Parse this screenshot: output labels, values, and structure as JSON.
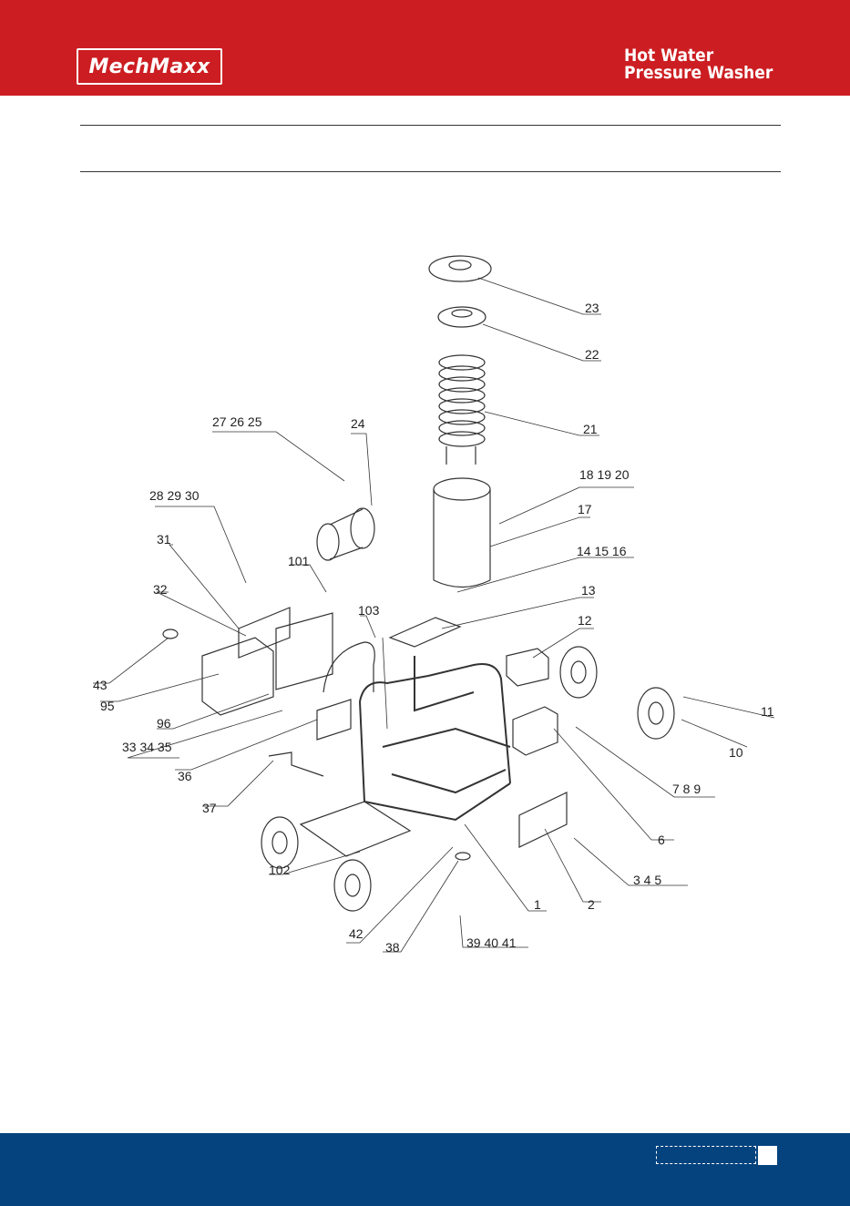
{
  "brand": {
    "logo": "MechMaxx"
  },
  "title": {
    "line1": "Hot Water",
    "line2": "Pressure Washer"
  },
  "part_labels": {
    "p1": "1",
    "p2": "2",
    "p3_5": "3  4  5",
    "p6": "6",
    "p7_9": "7  8  9",
    "p10": "10",
    "p11": "11",
    "p12": "12",
    "p13": "13",
    "p14_16": "14  15  16",
    "p17": "17",
    "p18_20": "18  19  20",
    "p21": "21",
    "p22": "22",
    "p23": "23",
    "p24": "24",
    "p25_27": "27  26  25",
    "p28_30": "28  29  30",
    "p31": "31",
    "p32": "32",
    "p33_35": "33  34  35",
    "p36": "36",
    "p37": "37",
    "p38": "38",
    "p39_41": "39  40  41",
    "p42": "42",
    "p43": "43",
    "p95": "95",
    "p96": "96",
    "p101": "101",
    "p102": "102",
    "p103": "103"
  },
  "colors": {
    "header": "#cc1e22",
    "footer": "#05437e"
  }
}
